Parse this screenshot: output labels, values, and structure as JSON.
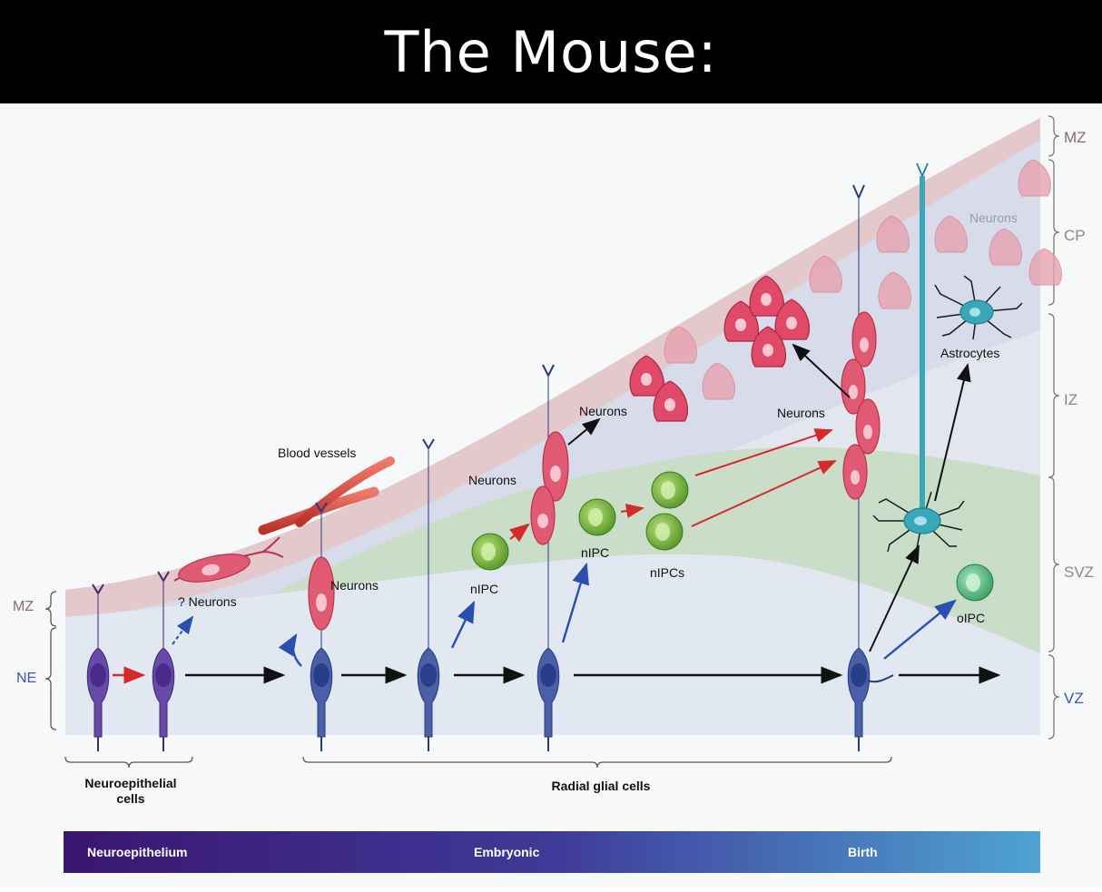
{
  "title": "The Mouse:",
  "zones_left": {
    "mz": "MZ",
    "ne": "NE"
  },
  "zones_right": {
    "mz": "MZ",
    "cp": "CP",
    "iz": "IZ",
    "svz": "SVZ",
    "vz": "VZ"
  },
  "labels": {
    "neurons_q": "? Neurons",
    "blood_vessels": "Blood vessels",
    "neurons_1": "Neurons",
    "neurons_2": "Neurons",
    "neurons_3": "Neurons",
    "neurons_4": "Neurons",
    "neurons_cp": "Neurons",
    "nipc_1": "nIPC",
    "nipc_2": "nIPC",
    "nipcs": "nIPCs",
    "astrocytes": "Astrocytes",
    "oipc": "oIPC"
  },
  "groups": {
    "neuroepithelial_line1": "Neuroepithelial",
    "neuroepithelial_line2": "cells",
    "radial_glial": "Radial glial cells"
  },
  "timeline": {
    "start": "Neuroepithelium",
    "middle": "Embryonic",
    "end": "Birth"
  },
  "colors": {
    "title_bg": "#000000",
    "mz_band": "#e4c9cc",
    "cp_band": "#d6dbe9",
    "svz_band": "#c9ddc9",
    "vz_band": "#e2e8f2",
    "radial_glia": "#4a5fa8",
    "neuroepithelial": "#6a4aa8",
    "neuron": "#d94a6a",
    "nipc": "#6fae3a",
    "astrocyte": "#3aa7b8",
    "oipc": "#3fae6f",
    "timeline_start": "#3a1670",
    "timeline_end": "#4ea3d3"
  }
}
